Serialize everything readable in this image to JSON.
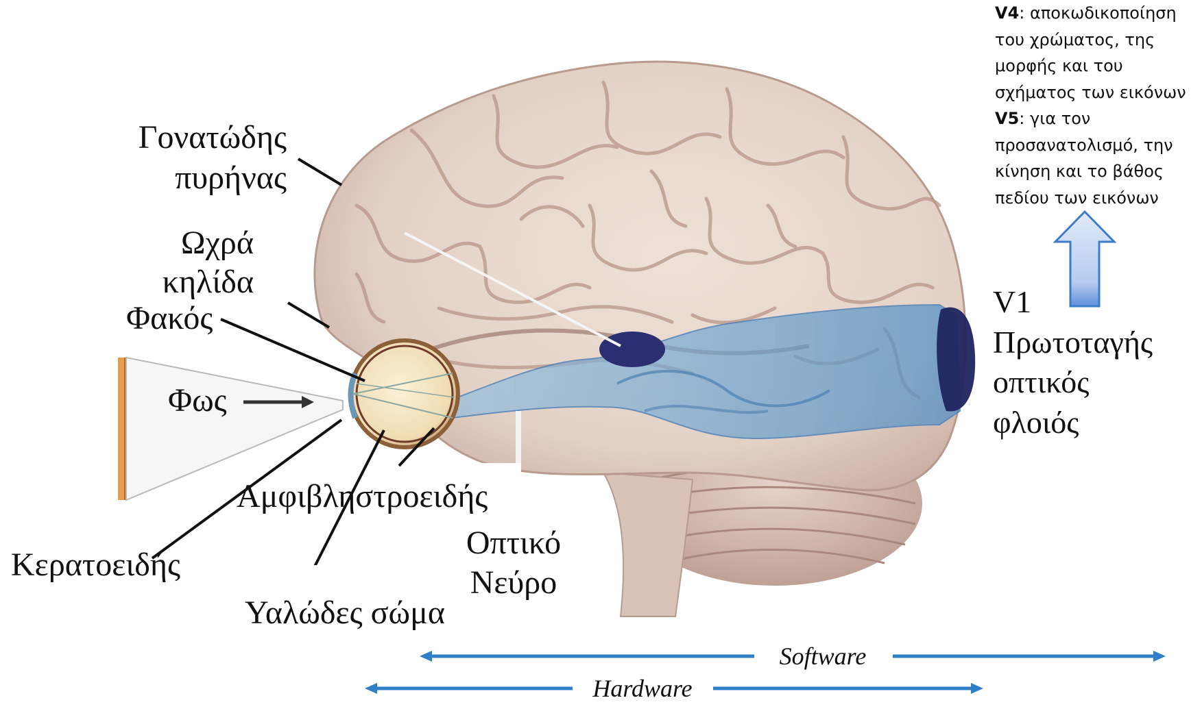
{
  "labels": {
    "geniculate": [
      "Γονατώδης",
      "πυρήνας"
    ],
    "macula": [
      "Ωχρά",
      "κηλίδα"
    ],
    "lens": "Φακός",
    "light": "Φως",
    "retina": "Αμφιβληστροειδής",
    "cornea": "Κερατοειδής",
    "vitreous": "Υαλώδες σώμα",
    "optic_nerve": [
      "Οπτικό",
      "Νεύρο"
    ],
    "v1": [
      "V1",
      "Πρωτοταγής",
      "οπτικός",
      "φλοιός"
    ]
  },
  "notes": {
    "v4_key": "V4",
    "v4_lines": [
      ": αποκωδικοποίηση",
      "του χρώματος, της",
      "μορφής και του",
      "σχήματος των εικόνων"
    ],
    "v5_key": "V5",
    "v5_lines": [
      ": για τον",
      "προσανατολισμό, την",
      "κίνηση και το βάθος",
      "πεδίου των εικόνων"
    ]
  },
  "spans": {
    "software": "Software",
    "hardware": "Hardware"
  },
  "colors": {
    "span_arrow": "#2f7fc7",
    "up_arrow_top": "#dfe9f9",
    "up_arrow_bottom": "#5f8fdb",
    "visual_pathway": "#6aa0cf",
    "v1_region": "#20245f",
    "geniculate_nucleus": "#2b2f72",
    "brain": "#e6d6cc",
    "light_source": "#e79b4c"
  }
}
